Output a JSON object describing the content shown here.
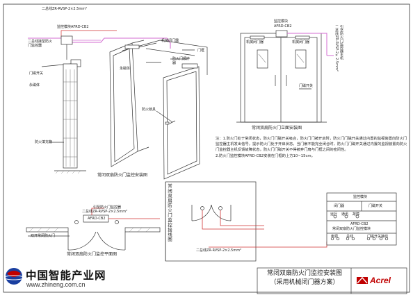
{
  "colors": {
    "line": "#333333",
    "pink": "#d36bd0",
    "red": "#d03030",
    "logo_red": "#c00000",
    "logo_blue": "#1a3fa0"
  },
  "left_view": {
    "cable_label": "二总线ZR-RVSP-2×2.5mm²",
    "module_label": "监控模块AFRD-CB2",
    "bus_from_label": "二总线接至防火门监控器",
    "magnet_switch": "门磁开关",
    "magnet": "永磁体",
    "fill": "防火填充物",
    "door_frame": "门框",
    "mech_closer": "机械闭门器",
    "sequencer": "防火门顺序器",
    "magnet_body": "永磁体",
    "fire_lock": "防火锁具",
    "caption": "常闭双扇防火门监控安装图"
  },
  "front_view": {
    "module_label": "监控模块",
    "module_model": "AFRD-CB2",
    "closer_left": "机械闭门器",
    "closer_right": "机械闭门器",
    "door_switch": "门磁开关",
    "side_cable": "二总线ZR-RVSP-2×2.5mm²",
    "side_dest": "引至防火门监控器主机",
    "caption": "常闭双扇防火门立面安装图"
  },
  "notes": {
    "line1": "注：1.防火门处于常闭状态，防火门门磁开关吸合，防火门门被开启时，防火门门磁开关通过内置的监视装置向防火门监控器主机发出信号，提示防火门处于开启状态，当门扇不能完全闭合时，防火门门磁开关通过内置的监视装置向防火门监控器主机反馈故障状态，防火门门磁开关不得被弃门扇与门框之间的密闭性。",
    "line2": "2.防火门监控模块AFRD-CB2安装在门框的上方10~15cm。"
  },
  "plan_view": {
    "module": "AFRD-CB2",
    "bus_dest": "引至防火门监控器",
    "cable": "二总线ZR-RVSP-2×2.5mm²",
    "door": "双开常闭防火门",
    "caption": "常闭双扇防火门监控平面图"
  },
  "wiring": {
    "side_title": "常闭双扇防火门监控接线图",
    "box_header": "监控模块",
    "left_group": "闭门器",
    "right_group": "门磁开关",
    "mid_labels": [
      "运行",
      "通讯",
      "故障"
    ],
    "model": "AFRD-CB2",
    "model_sub": "常闭双扇防火门监控模块",
    "bottom_left": "电源",
    "bottom_mid": "总线",
    "bottom_right": "门磁开关接线",
    "cable": "二总线ZR-RVSP-2×2.5mm²"
  },
  "title_block": {
    "line1": "常闭双扇防火门监控安装图",
    "line2": "（采用机械闭门器方案）"
  },
  "logo": {
    "name": "中国智能产业网",
    "url": "www.zhineng.com.cn",
    "brand": "Acrel"
  }
}
